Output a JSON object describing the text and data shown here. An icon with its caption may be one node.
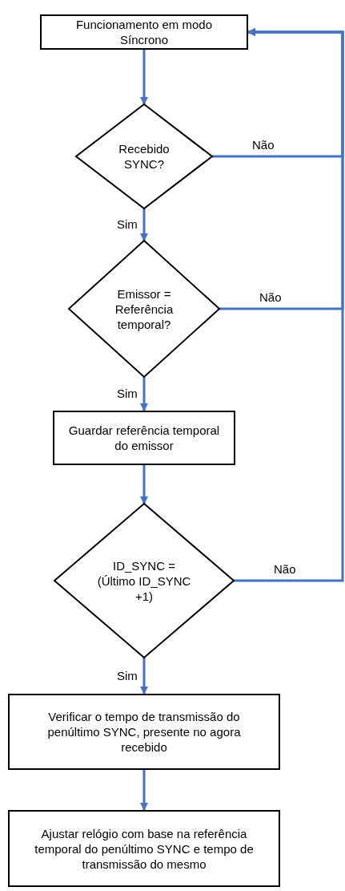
{
  "diagram": {
    "nodes": [
      {
        "text": [
          "Funcionamento em modo Síncrono"
        ]
      },
      {
        "text": [
          "Recebido SYNC?"
        ]
      },
      {
        "text": [
          "Emissor = Referência temporal?"
        ]
      },
      {
        "text": [
          "Guardar referência temporal do emissor"
        ]
      },
      {
        "text": [
          "ID_SYNC = (Último ID_SYNC +1)"
        ]
      },
      {
        "text": [
          "Verificar o tempo  de transmissão do penúltimo SYNC, presente no agora recebido"
        ]
      },
      {
        "text": [
          "Ajustar relógio com base na referência temporal do penúltimo SYNC e tempo de transmissão do mesmo"
        ]
      }
    ],
    "edges": [
      {
        "from": 0,
        "to": 1,
        "arrow": "to"
      },
      {
        "from": 1,
        "to": 2,
        "arrow": "to",
        "label": "Sim"
      },
      {
        "from": 2,
        "to": 3,
        "arrow": "to",
        "label": "Sim"
      },
      {
        "from": 3,
        "to": 4,
        "arrow": "to"
      },
      {
        "from": 4,
        "to": 5,
        "arrow": "to",
        "label": "Sim"
      },
      {
        "from": 5,
        "to": 6,
        "arrow": "to"
      },
      {
        "from": 1,
        "to": 0,
        "arrow": "to",
        "label": "Não"
      },
      {
        "from": 2,
        "to": 0,
        "arrow": "to",
        "label": "Não"
      },
      {
        "from": 4,
        "to": 0,
        "arrow": "to",
        "label": "Não"
      }
    ]
  }
}
